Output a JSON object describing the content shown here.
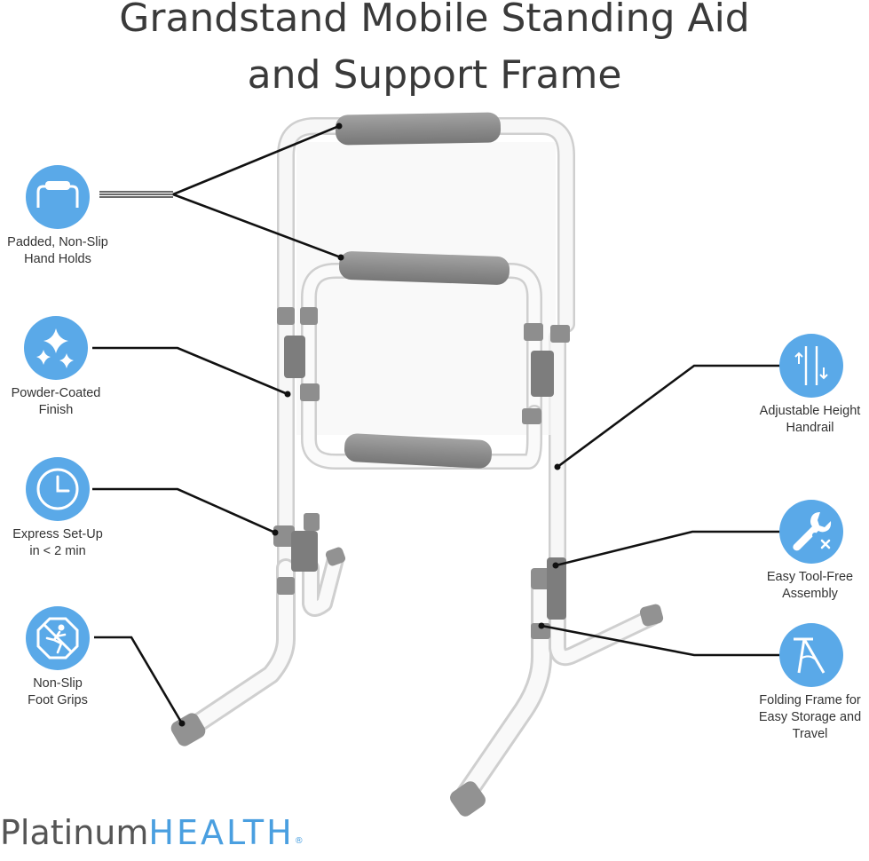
{
  "title": {
    "line1": "Grandstand Mobile Standing Aid",
    "line2": "and Support Frame"
  },
  "features_left": [
    {
      "icon": "hand-hold-icon",
      "label_line1": "Padded, Non-Slip",
      "label_line2": "Hand Holds"
    },
    {
      "icon": "sparkle-icon",
      "label_line1": "Powder-Coated",
      "label_line2": "Finish"
    },
    {
      "icon": "clock-icon",
      "label_line1": "Express Set-Up",
      "label_line2": "in < 2 min"
    },
    {
      "icon": "no-slip-icon",
      "label_line1": "Non-Slip",
      "label_line2": "Foot Grips"
    }
  ],
  "features_right": [
    {
      "icon": "height-adjust-icon",
      "label_line1": "Adjustable Height",
      "label_line2": "Handrail"
    },
    {
      "icon": "wrench-icon",
      "label_line1": "Easy Tool-Free",
      "label_line2": "Assembly"
    },
    {
      "icon": "folding-frame-icon",
      "label_line1": "Folding Frame for",
      "label_line2": "Easy Storage and",
      "label_line3": "Travel"
    }
  ],
  "brand": {
    "part1": "Platinum",
    "part2": "HEALTH",
    "registered": "®"
  },
  "colors": {
    "accent": "#5aa9e8",
    "frame": "#f4f4f4",
    "pad": "#8f8f8f",
    "title": "#3a3a3a"
  }
}
